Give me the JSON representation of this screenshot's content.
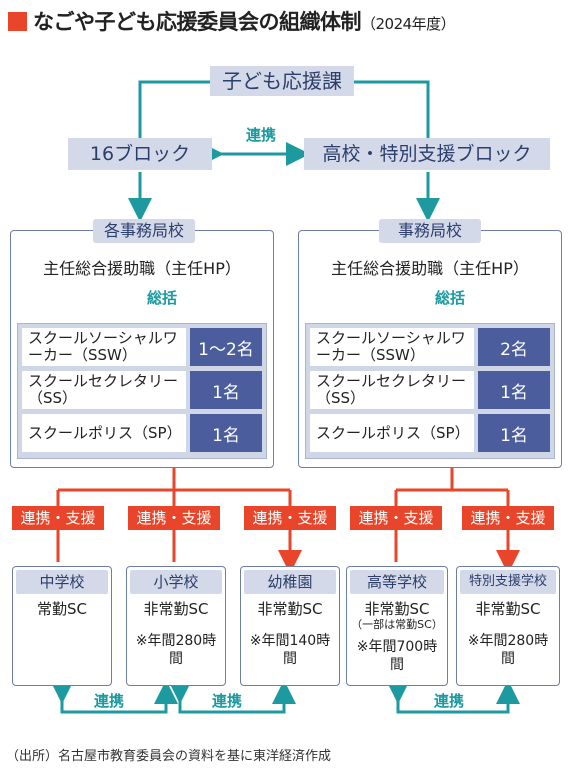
{
  "title": "なごや子ども応援委員会の組織体制",
  "year": "（2024年度）",
  "top": "子ども応援課",
  "block_left": "16ブロック",
  "block_right": "高校・特別支援ブロック",
  "link_label": "連携",
  "left_panel": {
    "title": "各事務局校",
    "head": "主任総合援助職（主任HP）",
    "summary": "総括",
    "roles": [
      {
        "name": "スクールソーシャルワーカー（SSW）",
        "count": "1〜2名"
      },
      {
        "name": "スクールセクレタリー（SS）",
        "count": "1名"
      },
      {
        "name": "スクールポリス（SP）",
        "count": "1名"
      }
    ]
  },
  "right_panel": {
    "title": "事務局校",
    "head": "主任総合援助職（主任HP）",
    "summary": "総括",
    "roles": [
      {
        "name": "スクールソーシャルワーカー（SSW）",
        "count": "2名"
      },
      {
        "name": "スクールセクレタリー（SS）",
        "count": "1名"
      },
      {
        "name": "スクールポリス（SP）",
        "count": "1名"
      }
    ]
  },
  "support_label": "連携・支援",
  "schools": [
    {
      "name": "中学校",
      "sc": "常勤SC",
      "sub": "",
      "note": ""
    },
    {
      "name": "小学校",
      "sc": "非常勤SC",
      "sub": "",
      "note": "※年間280時間"
    },
    {
      "name": "幼稚園",
      "sc": "非常勤SC",
      "sub": "",
      "note": "※年間140時間"
    },
    {
      "name": "高等学校",
      "sc": "非常勤SC",
      "sub": "（一部は常勤SC）",
      "note": "※年間700時間"
    },
    {
      "name": "特別支援学校",
      "sc": "非常勤SC",
      "sub": "",
      "note": "※年間280時間"
    }
  ],
  "source": "（出所）名古屋市教育委員会の資料を基に東洋経済作成",
  "colors": {
    "accent": "#e8452a",
    "teal": "#1c9aa0",
    "navy": "#4b5d9c",
    "light": "#d3d9e8"
  }
}
